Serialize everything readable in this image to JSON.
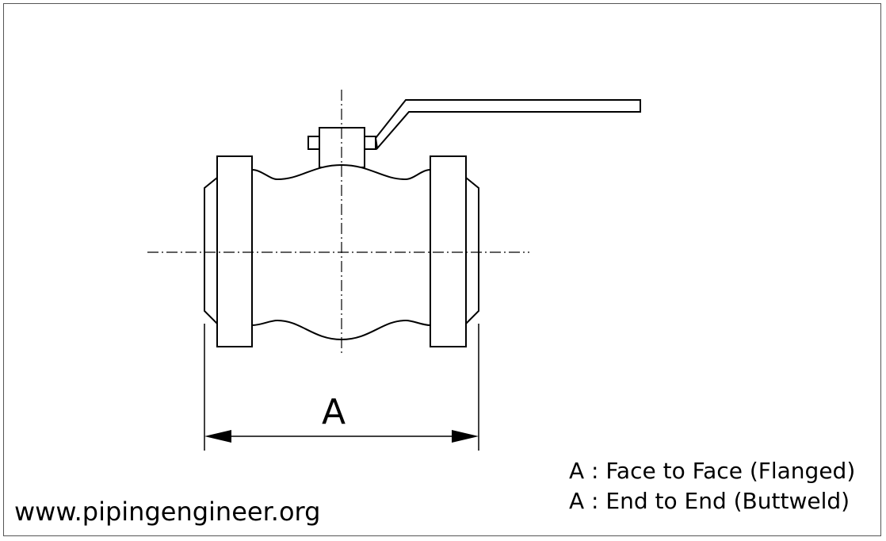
{
  "drawing": {
    "dimension_label": "A"
  },
  "legend": {
    "line1": "A : Face to Face (Flanged)",
    "line2": "A : End to End (Buttweld)"
  },
  "footer": {
    "website": "www.pipingengineer.org"
  }
}
